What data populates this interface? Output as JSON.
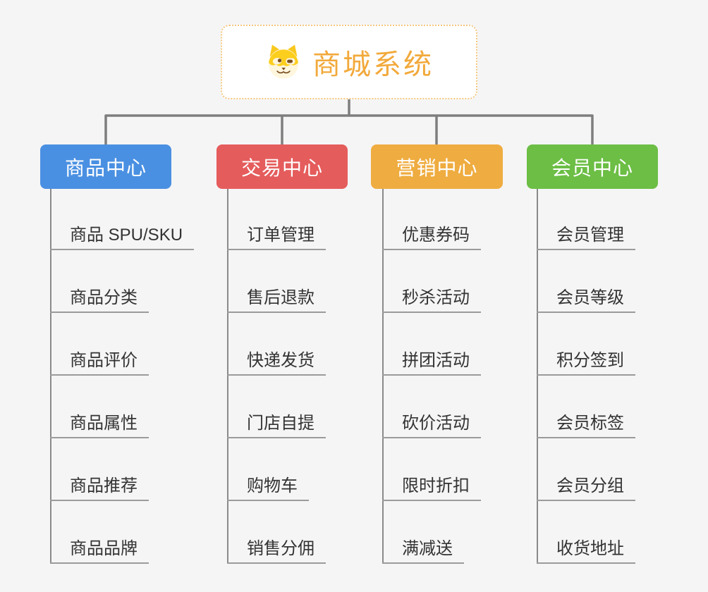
{
  "root": {
    "title": "商城系统",
    "icon": "doge-icon"
  },
  "branches": [
    {
      "label": "商品中心",
      "color": "#4a90e2",
      "items": [
        "商品 SPU/SKU",
        "商品分类",
        "商品评价",
        "商品属性",
        "商品推荐",
        "商品品牌"
      ]
    },
    {
      "label": "交易中心",
      "color": "#e55c5c",
      "items": [
        "订单管理",
        "售后退款",
        "快递发货",
        "门店自提",
        "购物车",
        "销售分佣"
      ]
    },
    {
      "label": "营销中心",
      "color": "#efac40",
      "items": [
        "优惠券码",
        "秒杀活动",
        "拼团活动",
        "砍价活动",
        "限时折扣",
        "满减送"
      ]
    },
    {
      "label": "会员中心",
      "color": "#6cbe45",
      "items": [
        "会员管理",
        "会员等级",
        "积分签到",
        "会员标签",
        "会员分组",
        "收货地址"
      ]
    }
  ],
  "colors": {
    "background": "#f5f5f6",
    "connector": "#7e7e7e",
    "trunk": "#8a8a8a",
    "underline": "#9b9b9b",
    "root_accent": "#f2a93b",
    "root_border": "#f5c87e",
    "leaf_text": "#333333"
  }
}
